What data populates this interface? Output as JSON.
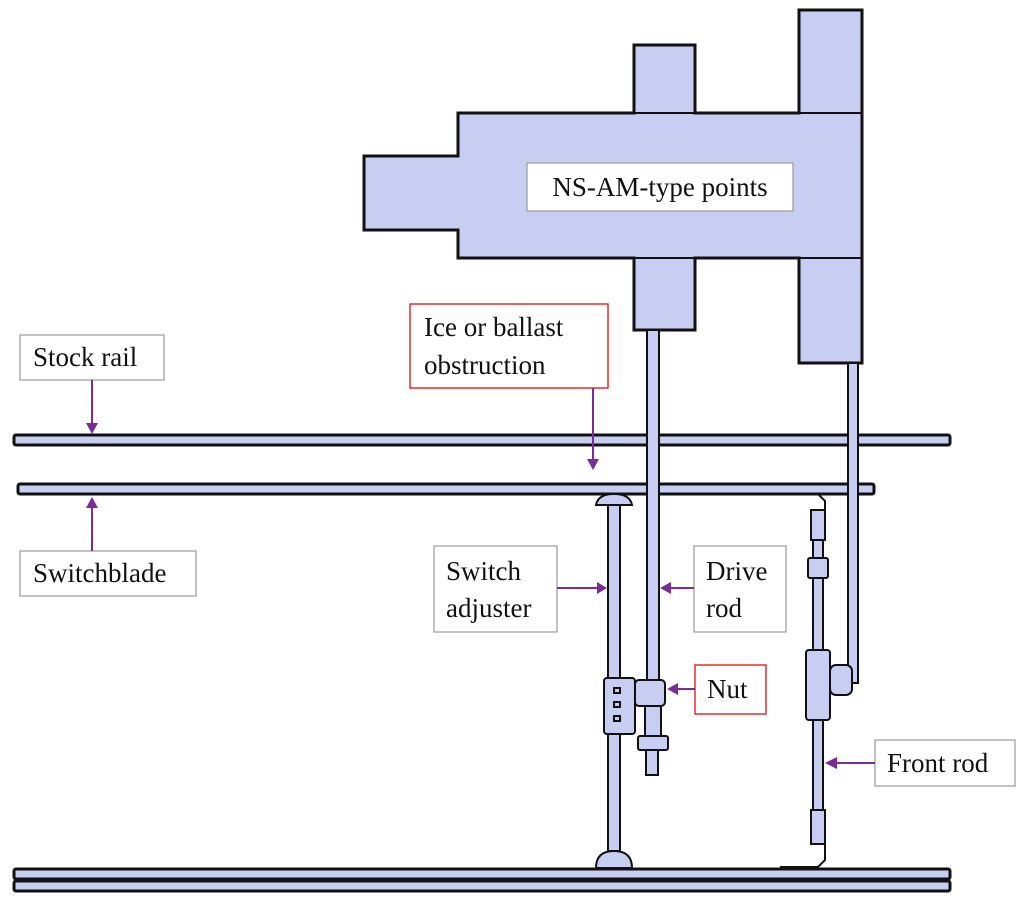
{
  "labels": {
    "machine": "NS-AM-type points",
    "obstruction_line1": "Ice or ballast",
    "obstruction_line2": "obstruction",
    "stock_rail": "Stock rail",
    "switchblade": "Switchblade",
    "switch_adjuster_line1": "Switch",
    "switch_adjuster_line2": "adjuster",
    "drive_rod_line1": "Drive",
    "drive_rod_line2": "rod",
    "nut": "Nut",
    "front_rod": "Front rod"
  },
  "colors": {
    "component_fill": "#c8cdf2",
    "outline": "#111111",
    "arrow": "#7a2a9a",
    "highlight_box": "#e02020",
    "label_box": "#999999"
  }
}
